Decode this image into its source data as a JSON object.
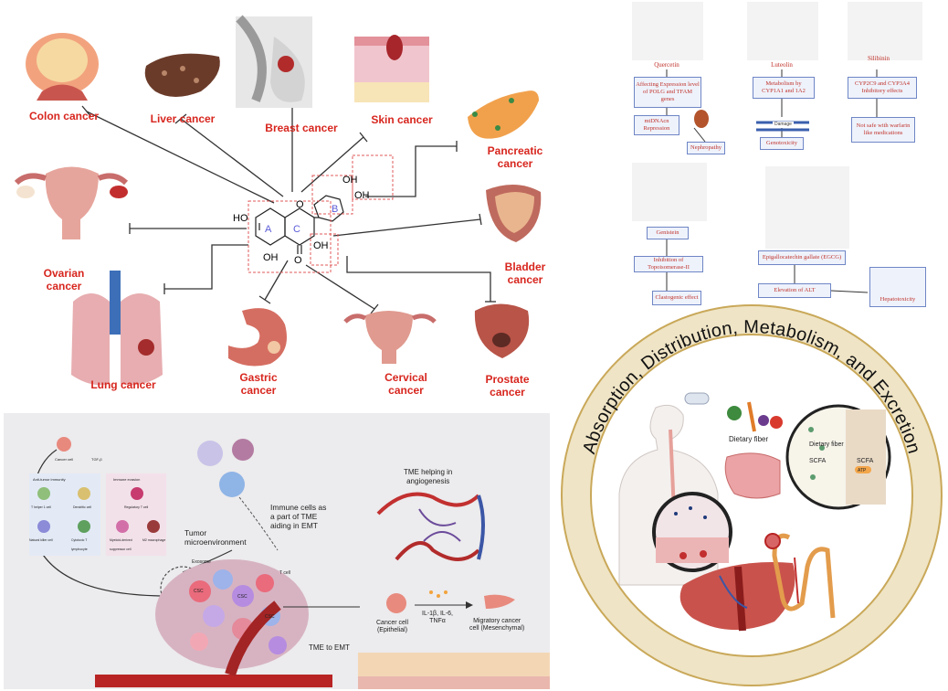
{
  "cancer_panel": {
    "labels": {
      "colon": "Colon cancer",
      "liver": "Liver cancer",
      "breast": "Breast cancer",
      "skin": "Skin cancer",
      "pancreatic_1": "Pancreatic",
      "pancreatic_2": "cancer",
      "ovarian_1": "Ovarian",
      "ovarian_2": "cancer",
      "bladder_1": "Bladder",
      "bladder_2": "cancer",
      "lung": "Lung cancer",
      "gastric_1": "Gastric",
      "gastric_2": "cancer",
      "cervical_1": "Cervical",
      "cervical_2": "cancer",
      "prostate_1": "Prostate",
      "prostate_2": "cancer"
    },
    "molecule": {
      "oh_left": "HO",
      "oh_bottom": "OH",
      "oh_right": "OH",
      "oh_top": "OH",
      "oh_b": "OH",
      "o_ketone": "O",
      "o_ring": "O",
      "ring_a": "A",
      "ring_c": "C",
      "ring_b": "B"
    }
  },
  "toxicity_panel": {
    "quercetin": {
      "name": "Quercetin",
      "box1": "Affecting Expression level of POLG and TFAM genes",
      "box2": "mtDNAcn Repression",
      "box3": "Nephropathy"
    },
    "luteolin": {
      "name": "Luteolin",
      "box1": "Metabolism by CYP1A1 and 1A2",
      "dna_label": "Damage",
      "box2": "Genotoxicity"
    },
    "silibinin": {
      "name": "Silibinin",
      "box1": "CYP2C9 and CYP3A4 Inhibitory effects",
      "box2": "Not safe with warfarin like medications"
    },
    "genistein": {
      "name": "Genistein",
      "box1": "Inhibition of Topoisomerase-II",
      "box2": "Clastogenic effect"
    },
    "egcg": {
      "name": "Epigallocatechin gallate (EGCG)",
      "box1": "Elevation of ALT",
      "box2": "Hepatotoxicity"
    }
  },
  "tme_panel": {
    "tgf": "TGF-β",
    "cancer_cell_small": "Cancer cell",
    "anti_tumor": "Anti-tumor immunity",
    "immune_evasion": "Immune evasion",
    "t_helper": "T helper 1 cell",
    "dendritic": "Dendritic cell",
    "regulatory": "Regulatory T cell",
    "natural_killer": "Natural killer cell",
    "cytotoxic": "Cytotoxic T lymphocyte",
    "mdsc": "Myeloid-derived suppressor cell",
    "m2": "M2 macrophage",
    "immune_emt_1": "Immune cells as",
    "immune_emt_2": "a part of TME",
    "immune_emt_3": "aiding in EMT",
    "tme_angio_1": "TME helping in",
    "tme_angio_2": "angiogenesis",
    "tumor_micro_1": "Tumor",
    "tumor_micro_2": "microenvironment",
    "exosome": "Exosome",
    "tcell": "T cell",
    "csc": "CSC",
    "cancer_epi_1": "Cancer cell",
    "cancer_epi_2": "(Epithelial)",
    "cytokines_1": "IL-1β, IL-6,",
    "cytokines_2": "TNFα",
    "migratory_1": "Migratory cancer",
    "migratory_2": "cell (Mesenchymal)",
    "tme_emt": "TME to EMT"
  },
  "adme_panel": {
    "title": "Absorption, Distribution, Metabolism, and Excretion",
    "dietary_fiber": "Dietary fiber",
    "dietary_fiber_inset": "Dietary fiber",
    "scfa_1": "SCFA",
    "scfa_2": "SCFA",
    "atp": "ATP"
  },
  "colors": {
    "label_red": "#d7261e",
    "box_border": "#6f86c6",
    "ring_gold": "#d8b35a",
    "tme_bg": "#ecebed"
  }
}
